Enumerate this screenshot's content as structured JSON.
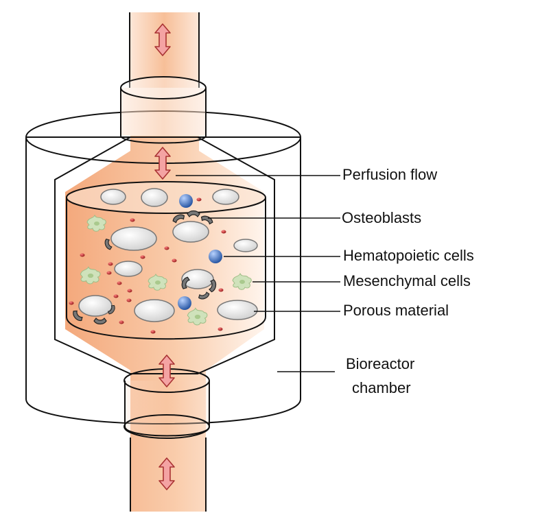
{
  "labels": {
    "perfusion_flow": "Perfusion flow",
    "osteoblasts": "Osteoblasts",
    "hematopoietic_cells": "Hematopoietic cells",
    "mesenchymal_cells": "Mesenchymal cells",
    "porous_material": "Porous material",
    "bioreactor_line1": "Bioreactor",
    "bioreactor_line2": "chamber"
  },
  "colors": {
    "flow": "#f7c29c",
    "arrow_fill": "#f4a3a3",
    "arrow_stroke": "#b03a3a",
    "outline": "#111111",
    "pore_fill": "#e6e6e6",
    "hematopoietic": "#3f73c4",
    "osteoblast": "#6f6f6f",
    "mesenchymal": "#c9ddb5",
    "red_dot": "#b02020"
  },
  "icons": {
    "arrow": "double-headed-vertical-arrow",
    "pore": "ellipse-pore",
    "hematopoietic": "blue-sphere",
    "osteoblast": "grey-cell-cluster",
    "mesenchymal": "green-irregular-cell"
  }
}
